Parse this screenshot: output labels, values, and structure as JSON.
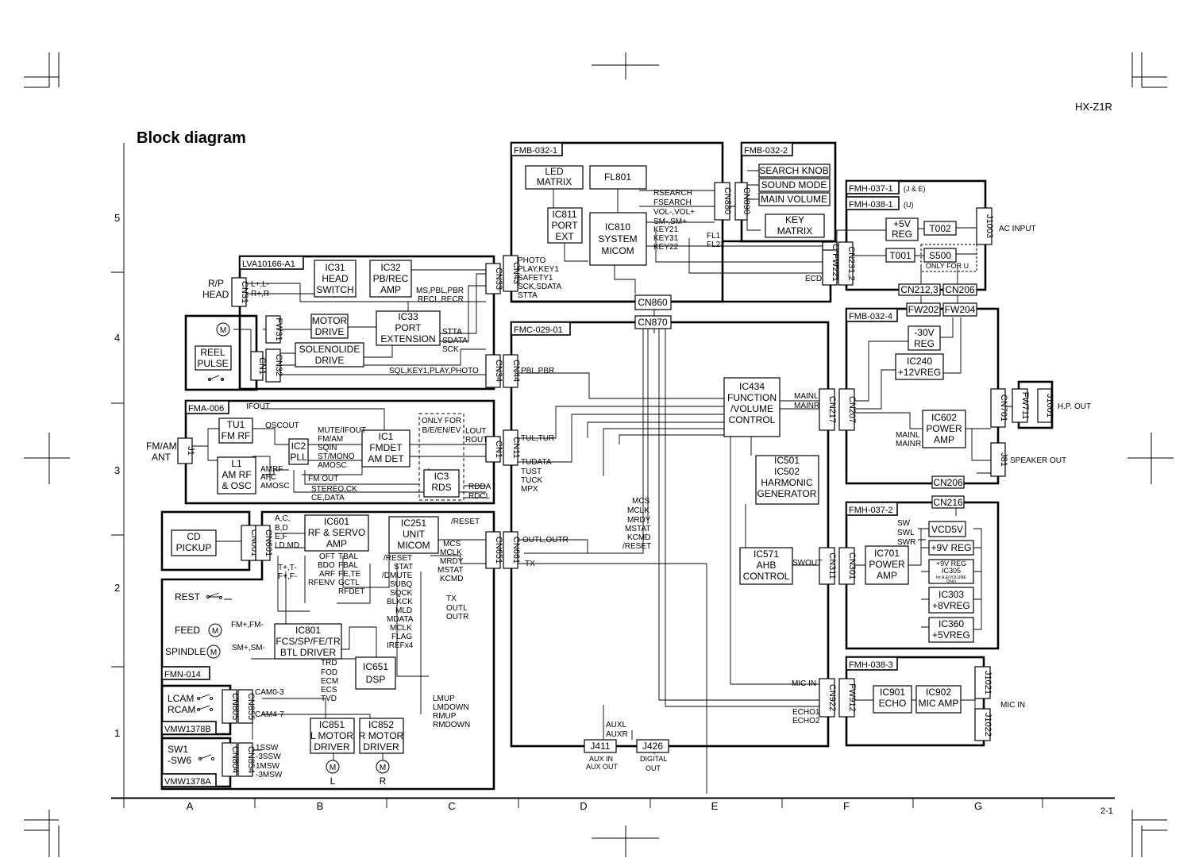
{
  "header": {
    "model": "HX-Z1R",
    "title": "Block diagram",
    "page_number": "2-1"
  },
  "grid": {
    "rows": [
      "5",
      "4",
      "3",
      "2",
      "1"
    ],
    "cols": [
      "A",
      "B",
      "C",
      "D",
      "E",
      "F",
      "G"
    ]
  },
  "boards": {
    "fmb0321": "FMB-032-1",
    "fmb0322": "FMB-032-2",
    "fmh0371": "FMH-037-1",
    "fmh0371_note": "(J & E)",
    "fmh0381": "FMH-038-1",
    "fmh0381_note": "(U)",
    "lva": "LVA10166-A1",
    "fmc": "FMC-029-01",
    "fma": "FMA-006",
    "fmb0324": "FMB-032-4",
    "fmh0372": "FMH-037-2",
    "fmn": "FMN-014",
    "fmh0383": "FMH-038-3",
    "vmwb": "VMW1378B",
    "vmwa": "VMW1378A"
  },
  "blocks": {
    "led1": "LED",
    "led2": "MATRIX",
    "fl801": "FL801",
    "ic811_1": "IC811",
    "ic811_2": "PORT",
    "ic811_3": "EXT",
    "ic810_1": "IC810",
    "ic810_2": "SYSTEM",
    "ic810_3": "MICOM",
    "search_knob": "SEARCH KNOB",
    "sound_mode": "SOUND MODE",
    "main_volume": "MAIN VOLUME",
    "key1": "KEY",
    "key2": "MATRIX",
    "reg5_1": "+5V",
    "reg5_2": "REG",
    "t002": "T002",
    "t001": "T001",
    "s500": "S500",
    "only_u": "ONLY FOR U",
    "ic31_1": "IC31",
    "ic31_2": "HEAD",
    "ic31_3": "SWITCH",
    "ic32_1": "IC32",
    "ic32_2": "PB/REC",
    "ic32_3": "AMP",
    "ic33_1": "IC33",
    "ic33_2": "PORT",
    "ic33_3": "EXTENSION",
    "motor1": "MOTOR",
    "motor2": "DRIVE",
    "sol1": "SOLENOLIDE",
    "sol2": "DRIVE",
    "reel1": "REEL",
    "reel2": "PULSE",
    "tu1_1": "TU1",
    "tu1_2": "FM RF",
    "ic2_1": "IC2",
    "ic2_2": "PLL",
    "ic1_1": "IC1",
    "ic1_2": "FMDET",
    "ic1_3": "AM DET",
    "l1_1": "L1",
    "l1_2": "AM RF",
    "l1_3": "& OSC",
    "only_b1": "ONLY FOR",
    "only_b2": "B/E/EN/EV",
    "ic3_1": "IC3",
    "ic3_2": "RDS",
    "cd1": "CD",
    "cd2": "PICKUP",
    "ic601_1": "IC601",
    "ic601_2": "RF & SERVO",
    "ic601_3": "AMP",
    "ic251_1": "IC251",
    "ic251_2": "UNIT",
    "ic251_3": "MICOM",
    "ic801_1": "IC801",
    "ic801_2": "FCS/SP/FE/TR",
    "ic801_3": "BTL DRIVER",
    "ic651_1": "IC651",
    "ic651_2": "DSP",
    "ic851_1": "IC851",
    "ic851_2": "L MOTOR",
    "ic851_3": "DRIVER",
    "ic852_1": "IC852",
    "ic852_2": "R MOTOR",
    "ic852_3": "DRIVER",
    "ic434_1": "IC434",
    "ic434_2": "FUNCTION",
    "ic434_3": "/VOLUME",
    "ic434_4": "CONTROL",
    "ic501_1": "IC501",
    "ic501_2": "IC502",
    "ic501_3": "HARMONIC",
    "ic501_4": "GENERATOR",
    "ic571_1": "IC571",
    "ic571_2": "AHB",
    "ic571_3": "CONTROL",
    "reg30_1": "-30V",
    "reg30_2": "REG",
    "ic240_1": "IC240",
    "ic240_2": "+12VREG",
    "ic602_1": "IC602",
    "ic602_2": "POWER",
    "ic602_3": "AMP",
    "ic701_1": "IC701",
    "ic701_2": "POWER",
    "ic701_3": "AMP",
    "vcd5v": "VCD5V",
    "reg9v": "+9V REG",
    "reg9v2_1": "+9V REG",
    "reg9v2_2": "IC305",
    "reg9v2_3": "for A,E(VOLUME",
    "reg9v2_4": "Only)",
    "ic303_1": "IC303",
    "ic303_2": "+8VREG",
    "ic360_1": "IC360",
    "ic360_2": "+5VREG",
    "ic901_1": "IC901",
    "ic901_2": "ECHO",
    "ic902_1": "IC902",
    "ic902_2": "MIC AMP"
  },
  "connectors": {
    "cn880": "CN880",
    "cn890": "CN890",
    "j1003": "J1003",
    "cn2312": "CN231,2",
    "fw221": "FW221",
    "cn2123": "CN212,3",
    "cn206a": "CN206",
    "cn860": "CN860",
    "cn870": "CN870",
    "cn33": "CN33",
    "cn43": "CN43",
    "cn31": "CN31",
    "fw31": "FW31",
    "cn1a": "CN1",
    "cn32": "CN32",
    "cn34": "CN34",
    "cn44": "CN44",
    "fw202": "FW202",
    "fw204": "FW204",
    "cn217": "CN217",
    "cn207": "CN207",
    "cn701": "CN701",
    "fw711": "FW711",
    "j1001": "J1001",
    "j81": "J81",
    "cn206b": "CN206",
    "j1": "J1",
    "cn1b": "CN1",
    "cn11": "CN11",
    "cn216": "CN216",
    "cn001": "CN001",
    "cn601": "CN601",
    "cn651": "CN651",
    "cn661": "CN661",
    "cn311": "CN311",
    "cn301": "CN301",
    "cn922": "CN922",
    "fw912": "FW912",
    "j1021": "J1021",
    "j1022": "J1022",
    "cn805": "CN805",
    "cn855": "CN855",
    "cn804": "CN804",
    "cn854": "CN854",
    "j411": "J411",
    "j426": "J426"
  },
  "labels": {
    "rsearch": "RSEARCH",
    "fsearch": "FSEARCH",
    "volpm": "VOL-,VOL+",
    "smpm": "SM-,SM+",
    "key21": "KEY21",
    "key31": "KEY31",
    "key22": "KEY22",
    "fl1": "FL1",
    "fl2": "FL2",
    "ecd": "ECD",
    "ac_input": "AC INPUT",
    "photo": "PHOTO",
    "playkey1": "PLAY,KEY1",
    "safety1": "SAFETY1",
    "scksdata": "SCK,SDATA",
    "stta1": "STTA",
    "rp1": "R/P",
    "rp2": "HEAD",
    "lpm": "L+,L-",
    "rpm": "R+,R-",
    "mspbl": "MS,PBL,PBR",
    "reclrecr": "RECL,RECR",
    "stta2": "STTA",
    "sdata": "SDATA",
    "sck": "SCK",
    "sqlkey": "SQL,KEY1,PLAY,PHOTO",
    "pblpbr": "PBL,PBR",
    "ifout": "IFOUT",
    "oscout": "OSCOUT",
    "muteifout": "MUTE/IFOUT",
    "fmam": "FM/AM",
    "sqin": "SQIN",
    "stmono": "ST/MONO",
    "amosc1": "AMOSC",
    "amrf": "AMRF",
    "afc": "AFC",
    "amosc2": "AMOSC",
    "fmout": "FM OUT",
    "stereo": "STEREO,CK",
    "cedata": "CE,DATA",
    "lout": "LOUT",
    "rout": "ROUT",
    "rdda": "RDDA",
    "rdcl": "RDCL",
    "fmam_ant1": "FM/AM",
    "fmam_ant2": "ANT",
    "tultur": "TUL,TUR",
    "tudata": "TUDATA",
    "tust": "TUST",
    "tuck": "TUCK",
    "mpx": "MPX",
    "mainl1": "MAINL",
    "mainr1": "MAINR",
    "mainl2": "MAINL",
    "mainr2": "MAINR",
    "hpout": "H.P. OUT",
    "spkout": "SPEAKER OUT",
    "mcs1": "MCS",
    "mclk1": "MCLK",
    "mrdy1": "MRDY",
    "mstat1": "MSTAT",
    "kcmd1": "KCMD",
    "reset1": "/RESET",
    "acbd": "A,C,",
    "bd": "B,D",
    "ef": "E,F",
    "ldmd": "LD,MD",
    "reset2": "/RESET",
    "ofttbal": "OFT",
    "tbal": "TBAL",
    "bdo": "BDO",
    "fbal": "FBAL",
    "arf": "ARF",
    "fete": "FE,TE",
    "rfenv": "RFENV",
    "gctl": "GCTL",
    "rfdet": "RFDET",
    "tpm": "T+,T-",
    "fpm": "F+,F-",
    "reset3": "/RESET",
    "stat": "STAT",
    "dmute": "/DMUTE",
    "subq": "SUBQ",
    "sqck": "SQCK",
    "blkck": "BLKCK",
    "mld": "MLD",
    "mdata": "MDATA",
    "mclk2": "MCLK",
    "flag": "FLAG",
    "irefx4": "IREFx4",
    "mcs2": "MCS",
    "mclk3": "MCLK",
    "mrdy2": "MRDY",
    "mstat2": "MSTAT",
    "kcmd2": "KCMD",
    "tx1": "TX",
    "outl": "OUTL",
    "outr": "OUTR",
    "outlr": "OUTL,OUTR",
    "tx2": "TX",
    "rest": "REST",
    "feed": "FEED",
    "spindle": "SPINDLE",
    "fmpm": "FM+,FM-",
    "smpm2": "SM+,SM-",
    "trd": "TRD",
    "fod": "FOD",
    "ecm": "ECM",
    "ecs": "ECS",
    "tvd": "TVD",
    "lmup": "LMUP",
    "lmdown": "LMDOWN",
    "rmup": "RMUP",
    "rmdown": "RMDOWN",
    "swout": "SWOUT",
    "sw": "SW",
    "swl": "SWL",
    "swr": "SWR",
    "micin1": "MIC IN",
    "echo1": "ECHO1",
    "echo2": "ECHO2",
    "micin2": "MIC IN",
    "lcam": "LCAM",
    "rcam": "RCAM",
    "cam03": "CAM0-3",
    "cam47": "CAM4-7",
    "sw1": "SW1",
    "sw6": "-SW6",
    "ssw1": "1SSW",
    "ssw3": "-3SSW",
    "msw1": "1MSW",
    "msw3": "-3MSW",
    "auxl": "AUXL",
    "auxr": "AUXR",
    "auxin1": "AUX IN",
    "auxin2": "AUX OUT",
    "digital1": "DIGITAL",
    "digital2": "OUT",
    "motor_l": "L",
    "motor_r": "R",
    "m": "M"
  }
}
